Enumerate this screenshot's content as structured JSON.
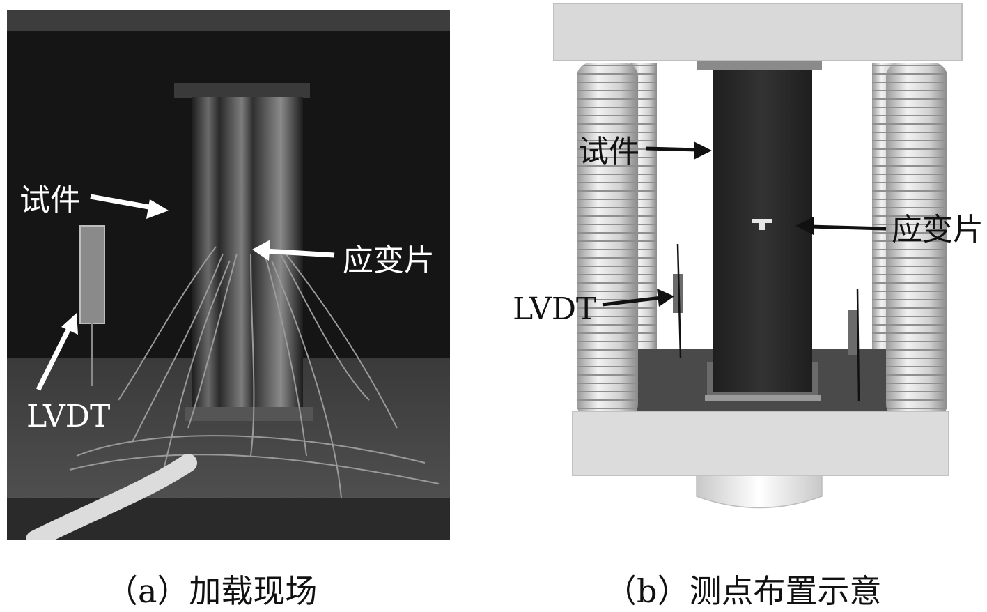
{
  "panel_a": {
    "caption": "（a）加载现场",
    "labels": {
      "specimen": "试件",
      "strain_gauge": "应变片",
      "lvdt": "LVDT"
    }
  },
  "panel_b": {
    "caption": "（b）测点布置示意",
    "labels": {
      "specimen": "试件",
      "strain_gauge": "应变片",
      "lvdt": "LVDT"
    }
  },
  "colors": {
    "photo_background": "#151515",
    "label_on_photo": "#ffffff",
    "label_on_diagram": "#111111",
    "steel_plate": "#d9d9d9",
    "base_plate": "#4a4a4a",
    "specimen": "#2b2b2b"
  }
}
